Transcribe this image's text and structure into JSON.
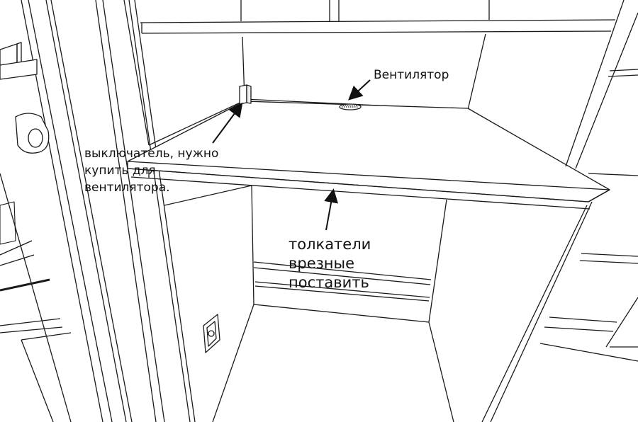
{
  "annotations": {
    "fan": {
      "lines": [
        "Вентилятор"
      ]
    },
    "switch": {
      "lines": [
        "выключатель, нужно",
        "купить для",
        "вентилятора."
      ]
    },
    "pushers": {
      "lines": [
        "толкатели",
        "врезные",
        "поставить"
      ]
    }
  },
  "colors": {
    "line": "#1a1a1a",
    "background": "#ffffff",
    "shade": "#f4f4f4"
  }
}
